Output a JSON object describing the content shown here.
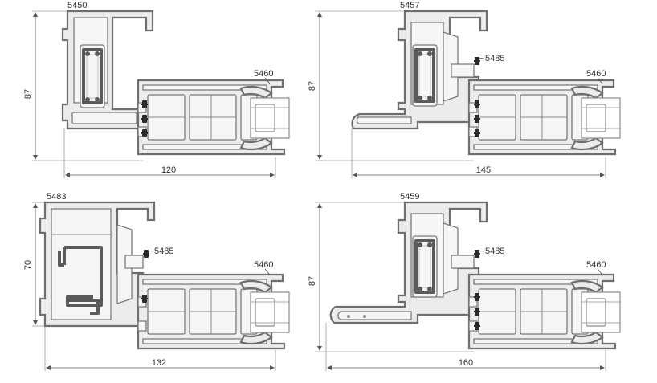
{
  "panels": [
    {
      "frame_code": "5450",
      "sash_code": "5460",
      "width_dim": "120",
      "height_dim": "87"
    },
    {
      "frame_code": "5457",
      "sash_code": "5460",
      "gasket_code": "5485",
      "width_dim": "145",
      "height_dim": "87"
    },
    {
      "frame_code": "5483",
      "sash_code": "5460",
      "gasket_code": "5485",
      "width_dim": "132",
      "height_dim": "70"
    },
    {
      "frame_code": "5459",
      "sash_code": "5460",
      "gasket_code": "5485",
      "width_dim": "160",
      "height_dim": "87"
    }
  ]
}
